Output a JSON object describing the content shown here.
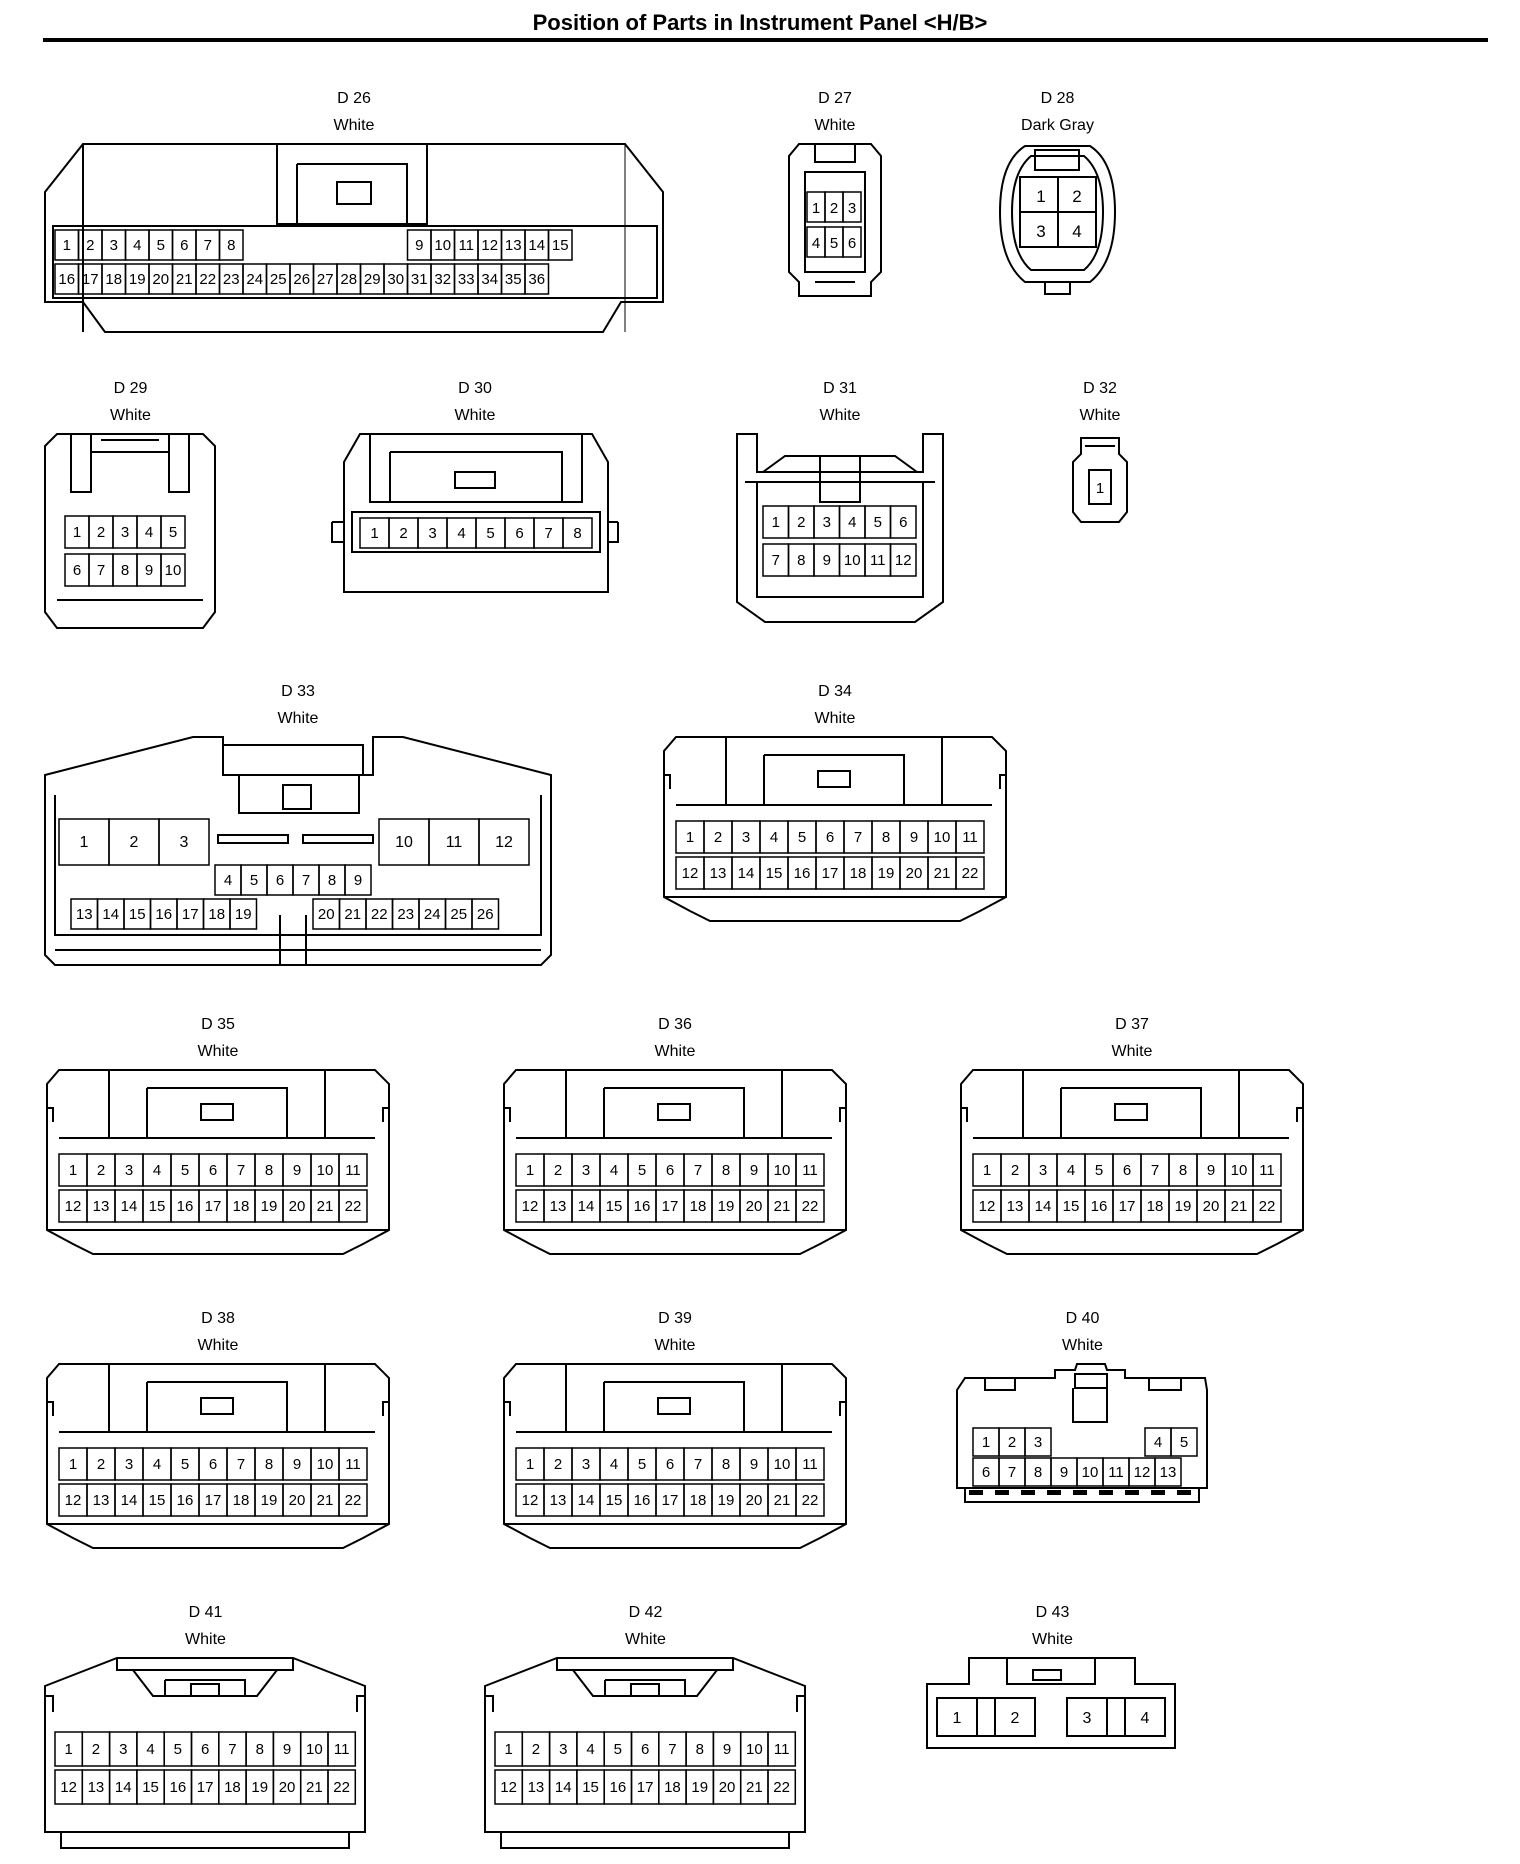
{
  "title": "Position of Parts in Instrument Panel <H/B>",
  "connectors": [
    {
      "id": "D 26",
      "color": "White"
    },
    {
      "id": "D 27",
      "color": "White"
    },
    {
      "id": "D 28",
      "color": "Dark Gray"
    },
    {
      "id": "D 29",
      "color": "White"
    },
    {
      "id": "D 30",
      "color": "White"
    },
    {
      "id": "D 31",
      "color": "White"
    },
    {
      "id": "D 32",
      "color": "White"
    },
    {
      "id": "D 33",
      "color": "White"
    },
    {
      "id": "D 34",
      "color": "White"
    },
    {
      "id": "D 35",
      "color": "White"
    },
    {
      "id": "D 36",
      "color": "White"
    },
    {
      "id": "D 37",
      "color": "White"
    },
    {
      "id": "D 38",
      "color": "White"
    },
    {
      "id": "D 39",
      "color": "White"
    },
    {
      "id": "D 40",
      "color": "White"
    },
    {
      "id": "D 41",
      "color": "White"
    },
    {
      "id": "D 42",
      "color": "White"
    },
    {
      "id": "D 43",
      "color": "White"
    }
  ]
}
